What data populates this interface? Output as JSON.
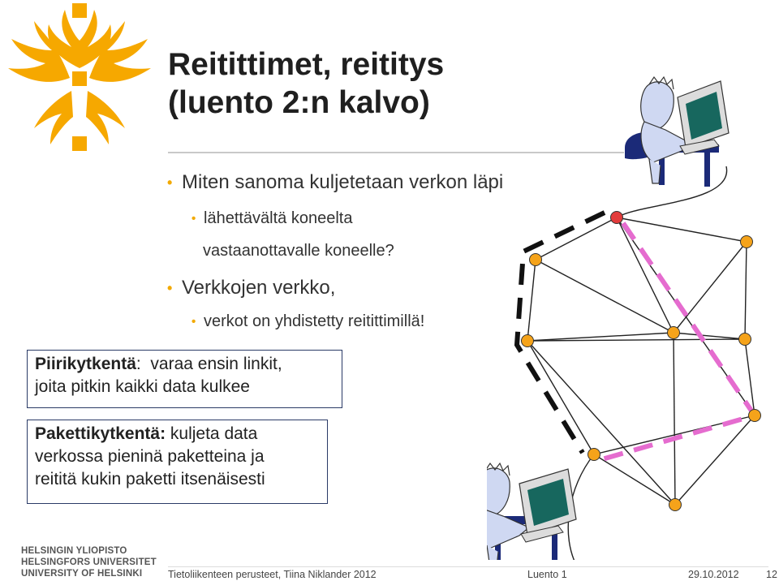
{
  "slide": {
    "title_line1": "Reitittimet,  reititys",
    "title_line2": "(luento 2:n kalvo)",
    "bullets": [
      {
        "text": "Miten sanoma kuljetetaan verkon läpi"
      },
      {
        "text": "lähettävältä koneelta"
      },
      {
        "text": "vastaanottavalle koneelle?"
      },
      {
        "text": "Verkkojen verkko,"
      },
      {
        "text": "verkot on yhdistetty reitittimillä!"
      }
    ],
    "box1": {
      "bold": "Piirikytkentä",
      "colon": ":",
      "rest": "  varaa ensin linkit,",
      "line2": "joita pitkin kaikki data kulkee"
    },
    "box2": {
      "bold": "Pakettikytkentä:",
      "rest": " kuljeta data",
      "line2": "verkossa pieninä paketteina ja",
      "line3": "reititä kukin paketti itsenäisesti"
    }
  },
  "university": {
    "line1": "HELSINGIN YLIOPISTO",
    "line2": "HELSINGFORS UNIVERSITET",
    "line3": "UNIVERSITY OF HELSINKI"
  },
  "footer": {
    "course": "Tietoliikenteen perusteet, Tiina Niklander 2012",
    "lecture": "Luento 1",
    "date": "29.10.2012",
    "page": "12"
  },
  "colors": {
    "flame_logo": "#f6a800",
    "bullet": "#f2a900",
    "router_node": "#f5a31a",
    "circuit_path": "#111111",
    "packet_path": "#e56ccf",
    "source_node": "#e23b3b",
    "box_border": "#2a3a66"
  },
  "icons": [
    "flame-logo-icon",
    "computer-user-icon",
    "router-node-icon"
  ]
}
